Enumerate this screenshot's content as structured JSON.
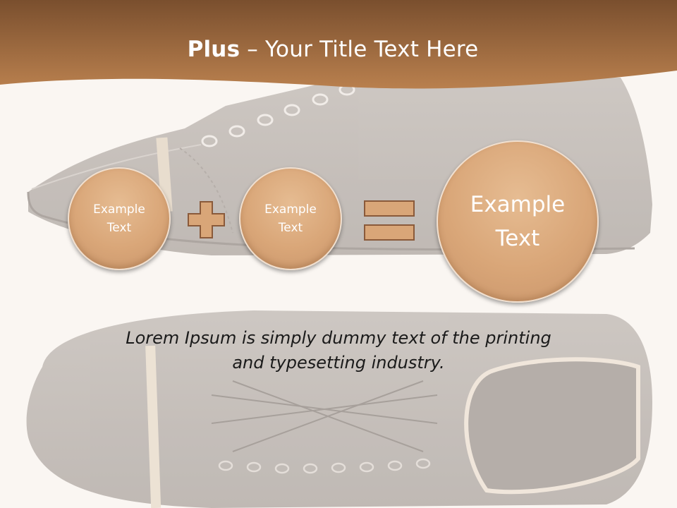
{
  "slide": {
    "title_bold": "Plus",
    "title_rest": " – Your Title Text Here",
    "circles": [
      {
        "text": "Example\nText"
      },
      {
        "text": "Example\nText"
      },
      {
        "text": "Example\nText"
      }
    ],
    "operators": [
      "plus-icon",
      "equals-icon"
    ],
    "body_text": "Lorem Ipsum is simply dummy text of the printing\nand typesetting industry."
  },
  "colors": {
    "header_top": "#7a4f2e",
    "header_bottom": "#b9804e",
    "circle_fill": "#d9a678",
    "operator_fill": "#d9a678",
    "operator_stroke": "#8a5a3a",
    "background": "#faf6f2",
    "shoe_overlay": "#c9c2bd"
  }
}
